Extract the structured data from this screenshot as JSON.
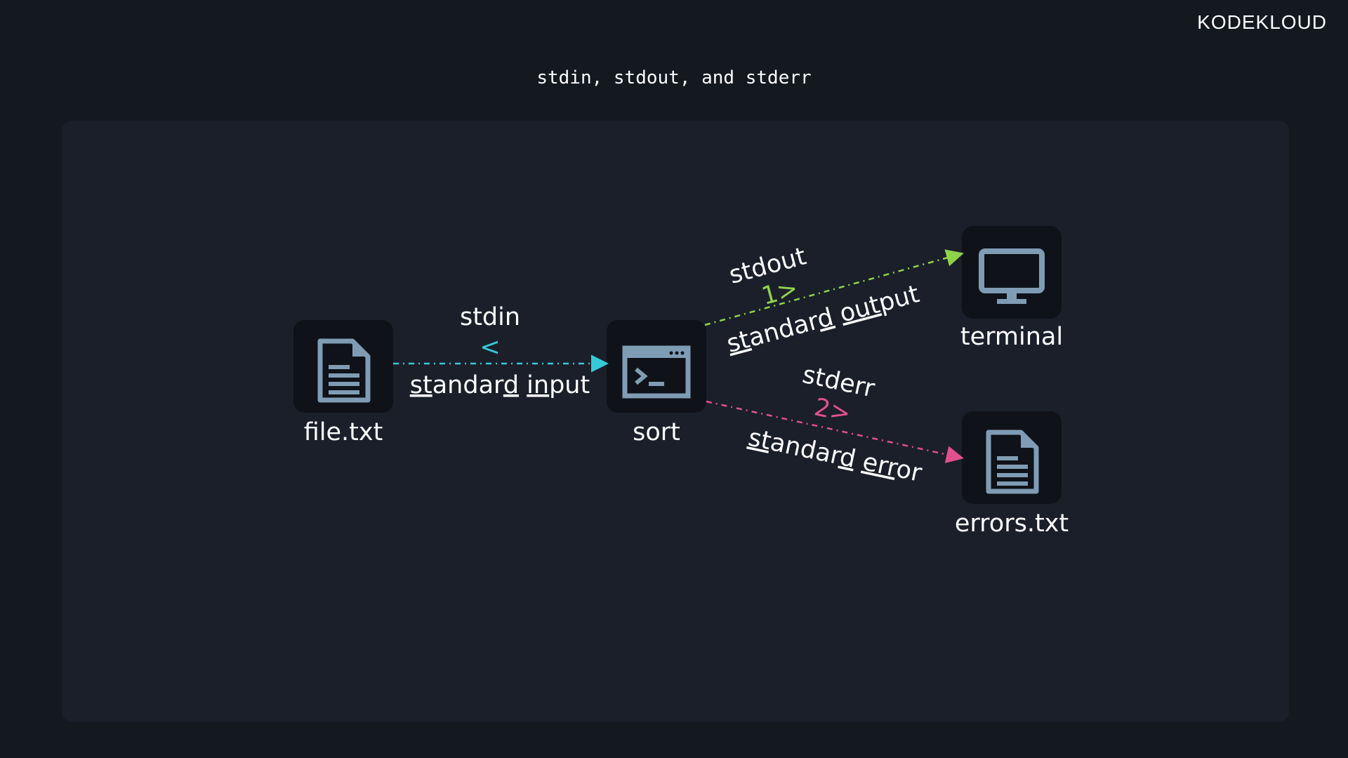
{
  "brand": {
    "logo_text": "KODEKLOUD"
  },
  "title": "stdin, stdout, and stderr",
  "nodes": {
    "file": {
      "label": "file.txt",
      "icon": "document-icon"
    },
    "sort": {
      "label": "sort",
      "icon": "terminal-window-icon"
    },
    "terminal": {
      "label": "terminal",
      "icon": "monitor-icon"
    },
    "errors": {
      "label": "errors.txt",
      "icon": "document-icon"
    }
  },
  "streams": {
    "stdin": {
      "name": "stdin",
      "operator": "<",
      "description_parts": [
        "st",
        "andar",
        "d",
        " ",
        "in",
        "put"
      ],
      "description": "standard input",
      "color": "#36c9d8"
    },
    "stdout": {
      "name": "stdout",
      "operator": "1>",
      "description_parts": [
        "st",
        "andar",
        "d",
        " ",
        "out",
        "put"
      ],
      "description": "standard output",
      "color": "#8fd34a"
    },
    "stderr": {
      "name": "stderr",
      "operator": "2>",
      "description_parts": [
        "st",
        "andar",
        "d",
        " ",
        "err",
        "or"
      ],
      "description": "standard error",
      "color": "#e0508e"
    }
  },
  "colors": {
    "background": "#141920",
    "panel": "#1b1f2a",
    "tile": "#0f1218",
    "icon": "#7f9cb5",
    "text": "#ffffff"
  }
}
